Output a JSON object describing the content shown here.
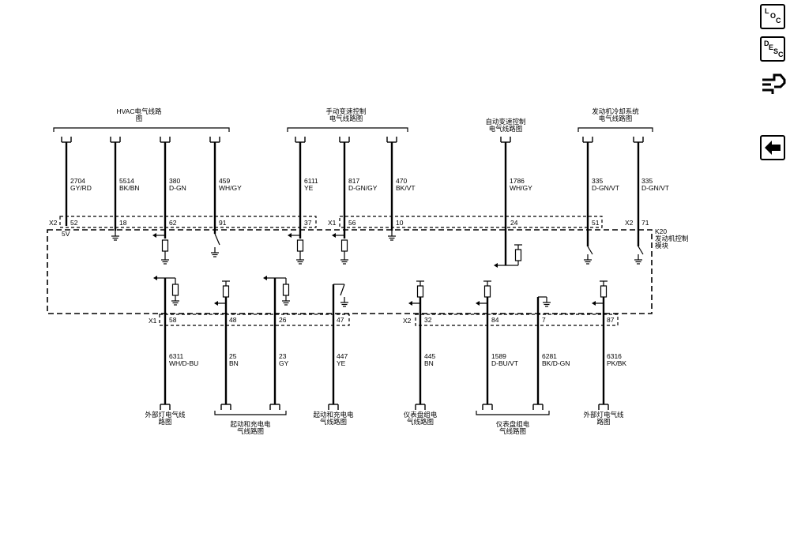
{
  "toolbar": {
    "loc": {
      "l": "L",
      "o": "O",
      "c": "C"
    },
    "desc": {
      "d": "D",
      "e": "E",
      "s": "S",
      "c": "C"
    }
  },
  "groups_top": {
    "hvac": [
      "HVAC电气线路",
      "图"
    ],
    "manual": [
      "手动变速控制",
      "电气线路图"
    ],
    "auto": [
      "自动变速控制",
      "电气线路图"
    ],
    "cooling": [
      "发动机冷却系统",
      "电气线路图"
    ]
  },
  "groups_bottom": {
    "ext_left": [
      "外部灯电气线",
      "路图"
    ],
    "start_charge": [
      "起动和充电电",
      "气线路图"
    ],
    "start_charge2": [
      "起动和充电电",
      "气线路图"
    ],
    "ipc1": [
      "仪表盘组电",
      "气线路图"
    ],
    "ipc2": [
      "仪表盘组电",
      "气线路图"
    ],
    "ext_right": [
      "外部灯电气线",
      "路图"
    ]
  },
  "module": {
    "id": "K20",
    "name1": "发动机控制",
    "name2": "模块"
  },
  "connectors": {
    "x2": "X2",
    "x1": "X1"
  },
  "pin_5v": "5V",
  "top_wires": [
    {
      "circuit": "2704",
      "color": "GY/RD",
      "pin": "52"
    },
    {
      "circuit": "5514",
      "color": "BK/BN",
      "pin": "18"
    },
    {
      "circuit": "380",
      "color": "D-GN",
      "pin": "62"
    },
    {
      "circuit": "459",
      "color": "WH/GY",
      "pin": "91"
    },
    {
      "circuit": "6111",
      "color": "YE",
      "pin": "37"
    },
    {
      "circuit": "817",
      "color": "D-GN/GY",
      "pin": "56"
    },
    {
      "circuit": "470",
      "color": "BK/VT",
      "pin": "10"
    },
    {
      "circuit": "1786",
      "color": "WH/GY",
      "pin": "24"
    },
    {
      "circuit": "335",
      "color": "D-GN/VT",
      "pin": "51"
    },
    {
      "circuit": "335",
      "color": "D-GN/VT",
      "pin": "71"
    }
  ],
  "bottom_wires": [
    {
      "circuit": "6311",
      "color": "WH/D-BU",
      "pin": "58"
    },
    {
      "circuit": "25",
      "color": "BN",
      "pin": "48"
    },
    {
      "circuit": "23",
      "color": "GY",
      "pin": "26"
    },
    {
      "circuit": "447",
      "color": "YE",
      "pin": "47"
    },
    {
      "circuit": "445",
      "color": "BN",
      "pin": "32"
    },
    {
      "circuit": "1589",
      "color": "D-BU/VT",
      "pin": "84"
    },
    {
      "circuit": "6281",
      "color": "BK/D-GN",
      "pin": "7"
    },
    {
      "circuit": "6316",
      "color": "PK/BK",
      "pin": "87"
    }
  ]
}
